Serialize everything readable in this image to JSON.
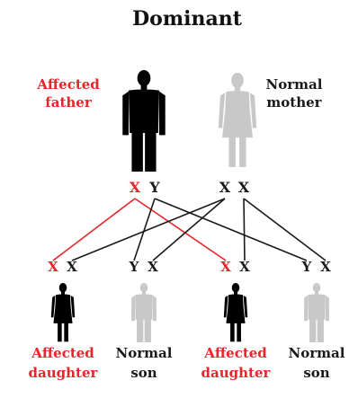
{
  "title": "Dominant",
  "colors": {
    "affected": "#000000",
    "normal_figure": "#c8c8c8",
    "affected_label": "#e8252a",
    "normal_label": "#1a1a1a",
    "affected_line": "#e8252a",
    "normal_line": "#1a1a1a"
  },
  "parents": {
    "father": {
      "label_lines": [
        "Affected",
        "father"
      ],
      "chromosomes": [
        "X",
        "Y"
      ],
      "affected": true,
      "sex": "male"
    },
    "mother": {
      "label_lines": [
        "Normal",
        "mother"
      ],
      "chromosomes": [
        "X",
        "X"
      ],
      "affected": false,
      "sex": "female"
    }
  },
  "children": [
    {
      "id": "child-1",
      "chromosomes": [
        "X",
        "X"
      ],
      "affected": true,
      "label_lines": [
        "Affected",
        "daughter"
      ]
    },
    {
      "id": "child-2",
      "chromosomes": [
        "Y",
        "X"
      ],
      "affected": false,
      "label_lines": [
        "Normal",
        "son"
      ]
    },
    {
      "id": "child-3",
      "chromosomes": [
        "X",
        "X"
      ],
      "affected": true,
      "label_lines": [
        "Affected",
        "daughter"
      ]
    },
    {
      "id": "child-4",
      "chromosomes": [
        "Y",
        "X"
      ],
      "affected": false,
      "label_lines": [
        "Normal",
        "son"
      ]
    }
  ],
  "inheritance_lines": [
    {
      "from": "father-X",
      "to": "child-1-first",
      "affected": true
    },
    {
      "from": "father-X",
      "to": "child-3-first",
      "affected": true
    },
    {
      "from": "father-Y",
      "to": "child-2-first",
      "affected": false
    },
    {
      "from": "father-Y",
      "to": "child-4-first",
      "affected": false
    },
    {
      "from": "mother-X1",
      "to": "child-1-second",
      "affected": false
    },
    {
      "from": "mother-X1",
      "to": "child-2-second",
      "affected": false
    },
    {
      "from": "mother-X2",
      "to": "child-3-second",
      "affected": false
    },
    {
      "from": "mother-X2",
      "to": "child-4-second",
      "affected": false
    }
  ]
}
